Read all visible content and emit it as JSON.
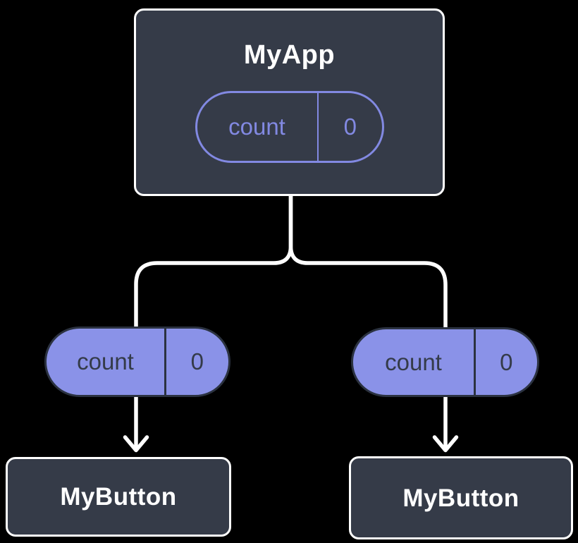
{
  "colors": {
    "background": "#000000",
    "node_fill": "#353b48",
    "node_border": "#ffffff",
    "node_text": "#ffffff",
    "pill_outline": "#8289e2",
    "pill_fill": "#8a92e8",
    "pill_dark": "#2b3240",
    "pill_text": "#343b49",
    "connector": "#ffffff"
  },
  "diagram": {
    "root_node": {
      "title": "MyApp",
      "state_pill": {
        "label": "count",
        "value": "0"
      }
    },
    "left_prop_pill": {
      "label": "count",
      "value": "0"
    },
    "right_prop_pill": {
      "label": "count",
      "value": "0"
    },
    "left_child_node": {
      "title": "MyButton"
    },
    "right_child_node": {
      "title": "MyButton"
    }
  }
}
